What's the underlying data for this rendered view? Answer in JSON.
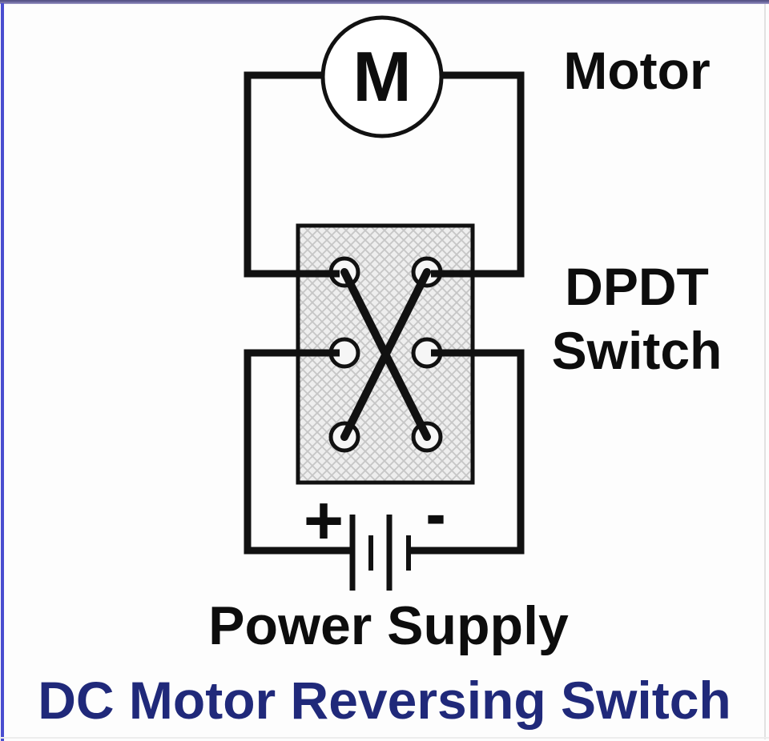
{
  "title": "DC Motor Reversing Switch",
  "diagram": {
    "motor": {
      "symbol": "M",
      "label": "Motor"
    },
    "dpdt_switch": {
      "label_line1": "DPDT",
      "label_line2": "Switch"
    },
    "battery": {
      "positive_label": "+",
      "negative_label": "-"
    },
    "power_supply_label": "Power Supply"
  },
  "colors": {
    "wire": "#111111",
    "label_text": "#0d0d0d",
    "title_text": "#20297a",
    "switch_body_fill": "#eeeeee",
    "switch_hatch_line": "#c6c6c6",
    "terminal_fill": "#f6f6f6",
    "background": "#fdfdfd",
    "border_top": "#514e7e",
    "border_left": "#4a4ed0"
  }
}
